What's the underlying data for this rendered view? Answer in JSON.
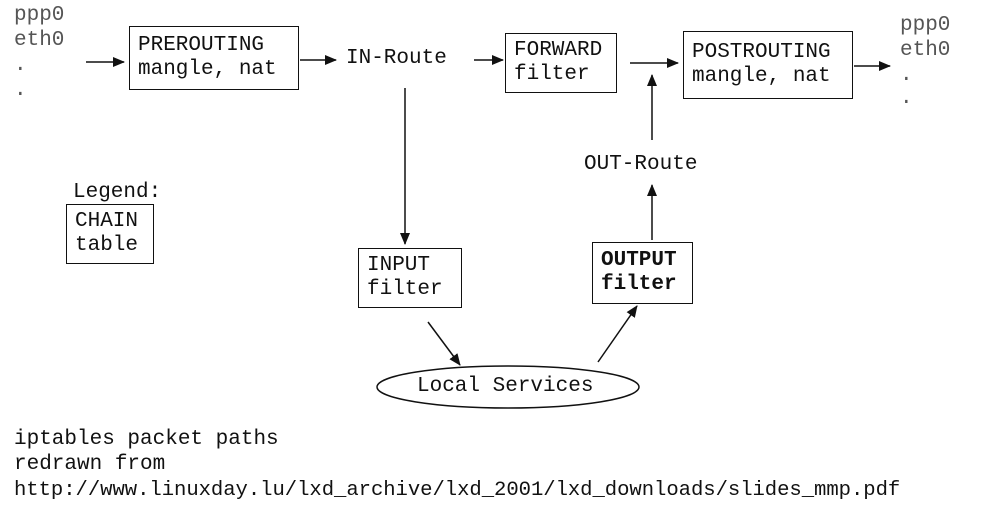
{
  "inputs": {
    "line1": "ppp0",
    "line2": "eth0",
    "line3": ".",
    "line4": "."
  },
  "outputs": {
    "line1": "ppp0",
    "line2": "eth0",
    "line3": ".",
    "line4": "."
  },
  "prerouting": {
    "chain": "PREROUTING",
    "table": "mangle, nat"
  },
  "in_route": "IN-Route",
  "forward": {
    "chain": "FORWARD",
    "table": "filter"
  },
  "postrouting": {
    "chain": "POSTROUTING",
    "table": "mangle, nat"
  },
  "out_route": "OUT-Route",
  "input": {
    "chain": "INPUT",
    "table": "filter"
  },
  "output": {
    "chain": "OUTPUT",
    "table": "filter"
  },
  "local_services": "Local Services",
  "legend": {
    "title": "Legend:",
    "chain": "CHAIN",
    "table": "table"
  },
  "caption": {
    "line1": "iptables packet paths",
    "line2": "redrawn from",
    "line3": "http://www.linuxday.lu/lxd_archive/lxd_2001/lxd_downloads/slides_mmp.pdf"
  }
}
